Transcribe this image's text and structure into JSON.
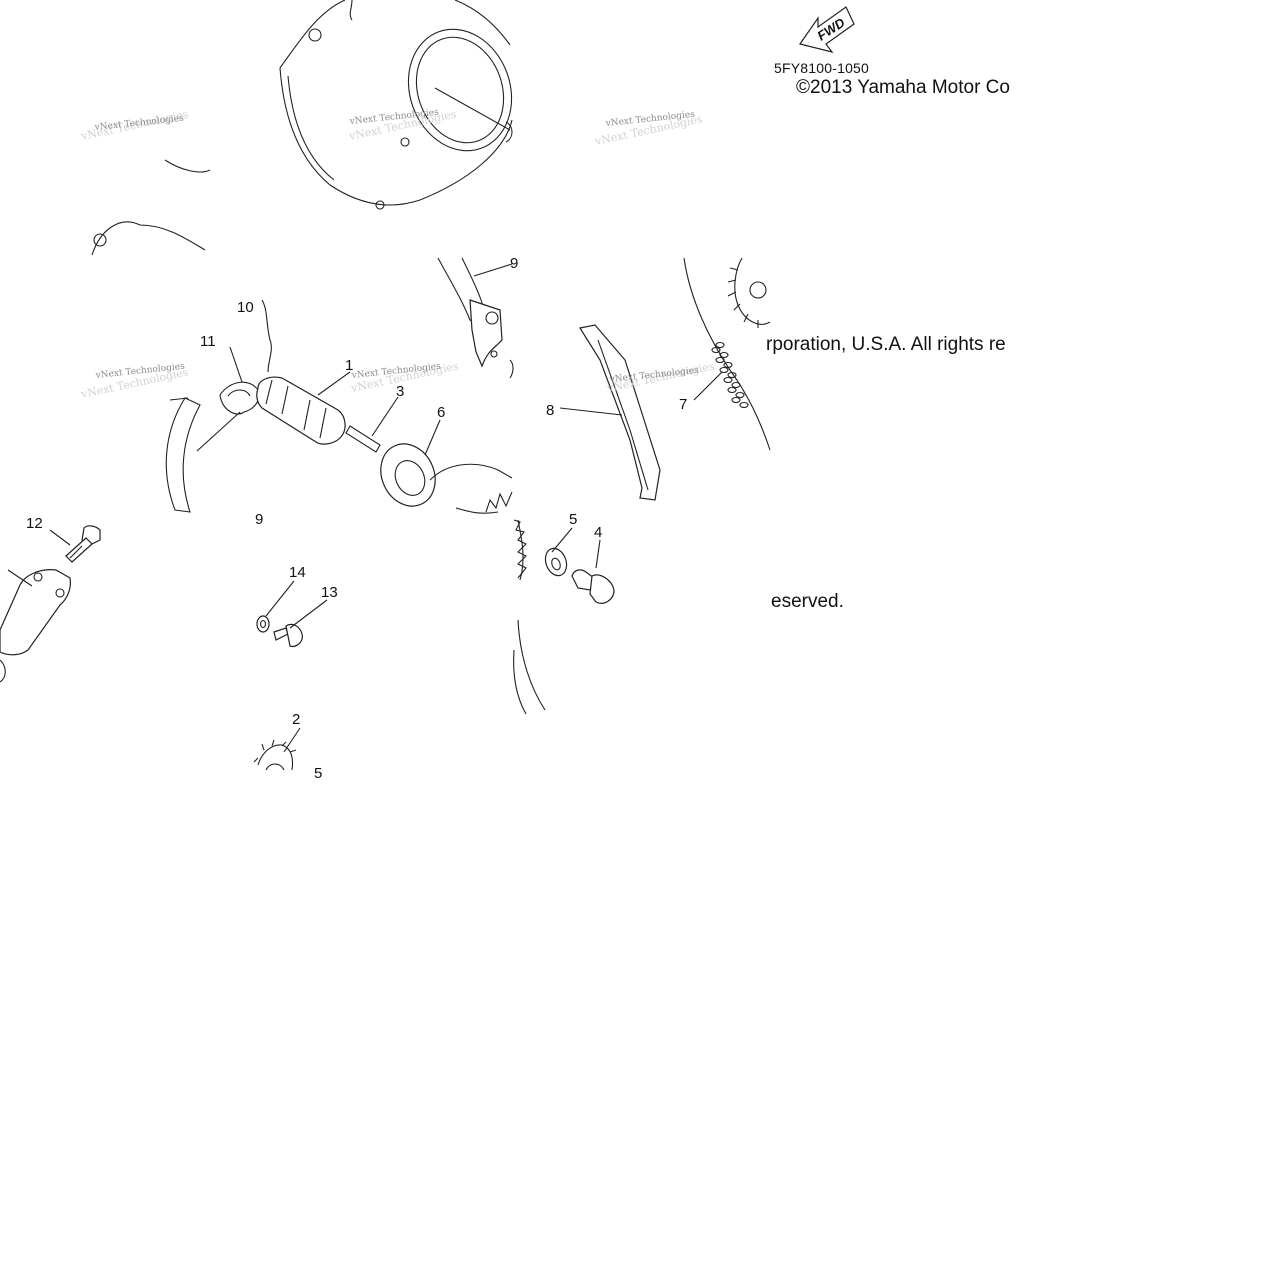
{
  "diagram": {
    "drawing_code": "5FY8100-1050",
    "copyright_segments": [
      "©2013 Yamaha Motor Co",
      "rporation, U.S.A. All rights re",
      "eserved."
    ],
    "fwd_label": "FWD",
    "watermark_text": "vNext Technologies",
    "callouts": {
      "p1": "1",
      "p2": "2",
      "p3": "3",
      "p4": "4",
      "p5a": "5",
      "p5b": "5",
      "p6": "6",
      "p7": "7",
      "p8": "8",
      "p9a": "9",
      "p9b": "9",
      "p10": "10",
      "p11": "11",
      "p12": "12",
      "p13": "13",
      "p14": "14"
    }
  }
}
